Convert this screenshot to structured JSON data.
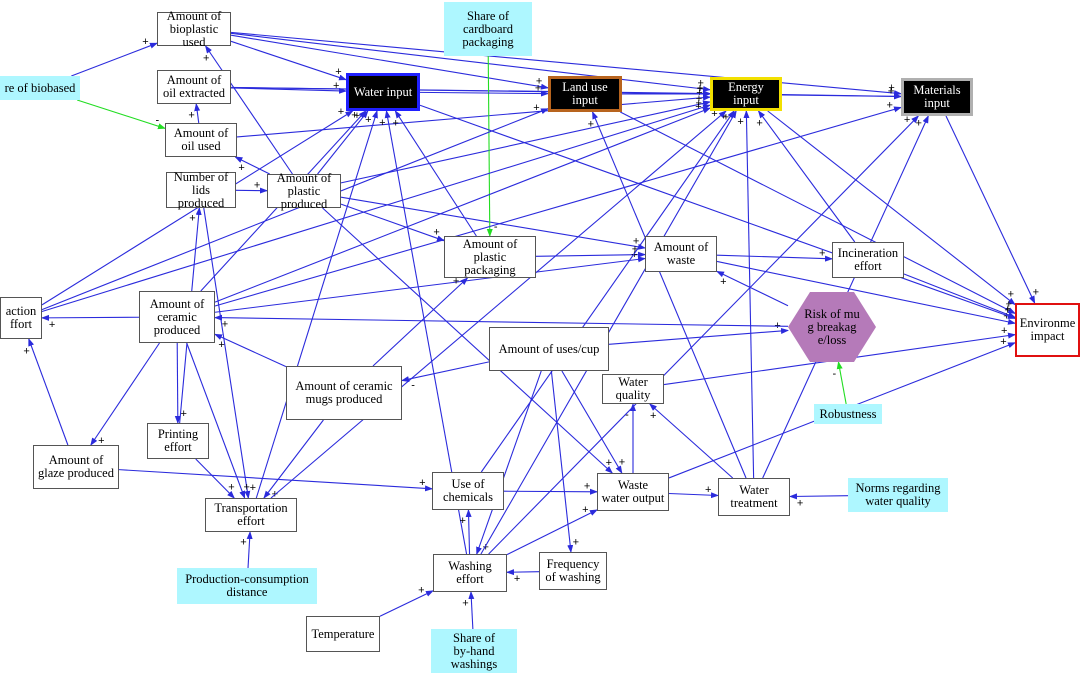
{
  "nodes": {
    "bioplastic": "Amount of\nbioplastic\nused",
    "share_biobased": "re of biobased",
    "oil_extracted": "Amount of\noil extracted",
    "oil_used": "Amount of\noil used",
    "lids": "Number of\nlids\nproduced",
    "plastic_produced": "Amount of\nplastic\nproduced",
    "water_input": "Water input",
    "land_use_input": "Land use\ninput",
    "energy_input": "Energy input",
    "materials_input": "Materials\ninput",
    "share_cardboard": "Share of\ncardboard\npackaging",
    "plastic_packaging": "Amount of\nplastic\npackaging",
    "waste": "Amount of\nwaste",
    "incineration": "Incineration\neffort",
    "extraction": "action\nffort",
    "ceramic_produced": "Amount of\nceramic\nproduced",
    "risk_breakage": "Risk of mu\ng breakag\ne/loss",
    "env_impact": "Environme\nimpact",
    "uses_cup": "Amount of uses/cup",
    "ceramic_mugs": "Amount of ceramic\nmugs produced",
    "water_quality": "Water\nquality",
    "robustness": "Robustness",
    "printing": "Printing\neffort",
    "glaze": "Amount of\nglaze produced",
    "chemicals": "Use of\nchemicals",
    "waste_water": "Waste\nwater output",
    "water_treatment": "Water\ntreatment",
    "norms": "Norms regarding\nwater quality",
    "transportation": "Transportation\neffort",
    "distance": "Production-consumption\ndistance",
    "washing": "Washing\neffort",
    "frequency": "Frequency\nof washing",
    "temperature": "Temperature",
    "by_hand": "Share of\nby-hand\nwashings"
  },
  "edges": [
    [
      "bioplastic",
      "water_input",
      "+"
    ],
    [
      "bioplastic",
      "land_use_input",
      "+"
    ],
    [
      "bioplastic",
      "energy_input",
      "+"
    ],
    [
      "bioplastic",
      "materials_input",
      "+"
    ],
    [
      "share_biobased",
      "bioplastic",
      "+"
    ],
    [
      "share_biobased",
      "oil_used",
      "-"
    ],
    [
      "oil_extracted",
      "water_input",
      "+"
    ],
    [
      "oil_extracted",
      "energy_input",
      "+"
    ],
    [
      "oil_extracted",
      "materials_input",
      "+"
    ],
    [
      "oil_used",
      "oil_extracted",
      "+"
    ],
    [
      "oil_used",
      "energy_input",
      "+"
    ],
    [
      "lids",
      "plastic_produced",
      "+"
    ],
    [
      "lids",
      "transportation",
      "+"
    ],
    [
      "plastic_produced",
      "bioplastic",
      "+"
    ],
    [
      "plastic_produced",
      "oil_used",
      "+"
    ],
    [
      "plastic_produced",
      "water_input",
      "+"
    ],
    [
      "plastic_produced",
      "plastic_packaging",
      "+"
    ],
    [
      "plastic_produced",
      "waste",
      "+"
    ],
    [
      "plastic_produced",
      "waste_water",
      "+"
    ],
    [
      "plastic_produced",
      "energy_input",
      "+"
    ],
    [
      "share_cardboard",
      "plastic_packaging",
      "-"
    ],
    [
      "plastic_packaging",
      "waste",
      "+"
    ],
    [
      "plastic_packaging",
      "water_input",
      "+"
    ],
    [
      "waste",
      "incineration",
      "+"
    ],
    [
      "waste",
      "env_impact",
      "+"
    ],
    [
      "incineration",
      "energy_input",
      "+"
    ],
    [
      "incineration",
      "env_impact",
      "+"
    ],
    [
      "ceramic_produced",
      "extraction",
      "+"
    ],
    [
      "ceramic_produced",
      "glaze",
      "+"
    ],
    [
      "ceramic_produced",
      "printing",
      "+"
    ],
    [
      "ceramic_produced",
      "transportation",
      "+"
    ],
    [
      "ceramic_produced",
      "water_input",
      "+"
    ],
    [
      "ceramic_produced",
      "energy_input",
      "+"
    ],
    [
      "ceramic_produced",
      "materials_input",
      "+"
    ],
    [
      "ceramic_produced",
      "waste",
      "+"
    ],
    [
      "extraction",
      "water_input",
      "+"
    ],
    [
      "extraction",
      "energy_input",
      "+"
    ],
    [
      "extraction",
      "land_use_input",
      "+"
    ],
    [
      "glaze",
      "extraction",
      "+"
    ],
    [
      "glaze",
      "chemicals",
      "+"
    ],
    [
      "printing",
      "lids",
      "+"
    ],
    [
      "printing",
      "transportation",
      "+"
    ],
    [
      "uses_cup",
      "ceramic_mugs",
      "-"
    ],
    [
      "uses_cup",
      "risk_breakage",
      "+"
    ],
    [
      "uses_cup",
      "washing",
      "+"
    ],
    [
      "uses_cup",
      "frequency",
      "+"
    ],
    [
      "uses_cup",
      "waste_water",
      "+"
    ],
    [
      "ceramic_mugs",
      "ceramic_produced",
      "+"
    ],
    [
      "ceramic_mugs",
      "transportation",
      "+"
    ],
    [
      "ceramic_mugs",
      "plastic_packaging",
      "+"
    ],
    [
      "robustness",
      "risk_breakage",
      "-"
    ],
    [
      "risk_breakage",
      "waste",
      "+"
    ],
    [
      "risk_breakage",
      "ceramic_produced",
      "+"
    ],
    [
      "chemicals",
      "waste_water",
      "+"
    ],
    [
      "chemicals",
      "energy_input",
      "+"
    ],
    [
      "waste_water",
      "water_treatment",
      "+"
    ],
    [
      "waste_water",
      "water_quality",
      "-"
    ],
    [
      "waste_water",
      "env_impact",
      "+"
    ],
    [
      "norms",
      "water_treatment",
      "+"
    ],
    [
      "water_treatment",
      "water_quality",
      "+"
    ],
    [
      "water_treatment",
      "materials_input",
      "+"
    ],
    [
      "water_treatment",
      "energy_input",
      "+"
    ],
    [
      "water_treatment",
      "land_use_input",
      "+"
    ],
    [
      "water_quality",
      "env_impact",
      "+"
    ],
    [
      "distance",
      "transportation",
      "+"
    ],
    [
      "transportation",
      "energy_input",
      "+"
    ],
    [
      "transportation",
      "water_input",
      "+"
    ],
    [
      "washing",
      "water_input",
      "+"
    ],
    [
      "washing",
      "energy_input",
      "+"
    ],
    [
      "washing",
      "chemicals",
      "+"
    ],
    [
      "washing",
      "waste_water",
      "+"
    ],
    [
      "washing",
      "materials_input",
      "+"
    ],
    [
      "frequency",
      "washing",
      "+"
    ],
    [
      "temperature",
      "washing",
      "+"
    ],
    [
      "by_hand",
      "washing",
      "+"
    ],
    [
      "water_input",
      "land_use_input",
      "+"
    ],
    [
      "land_use_input",
      "energy_input",
      "+"
    ],
    [
      "energy_input",
      "materials_input",
      "+"
    ],
    [
      "materials_input",
      "env_impact",
      "+"
    ],
    [
      "energy_input",
      "env_impact",
      "+"
    ],
    [
      "land_use_input",
      "env_impact",
      "+"
    ],
    [
      "water_input",
      "env_impact",
      "+"
    ]
  ],
  "colors": {
    "edge": "#2b2bdc",
    "edge_exogenous": "#22dd22",
    "water_input_border": "#2020ff",
    "land_use_border": "#b8641e",
    "energy_border": "#f2e000",
    "materials_border": "#b0b0b0"
  }
}
